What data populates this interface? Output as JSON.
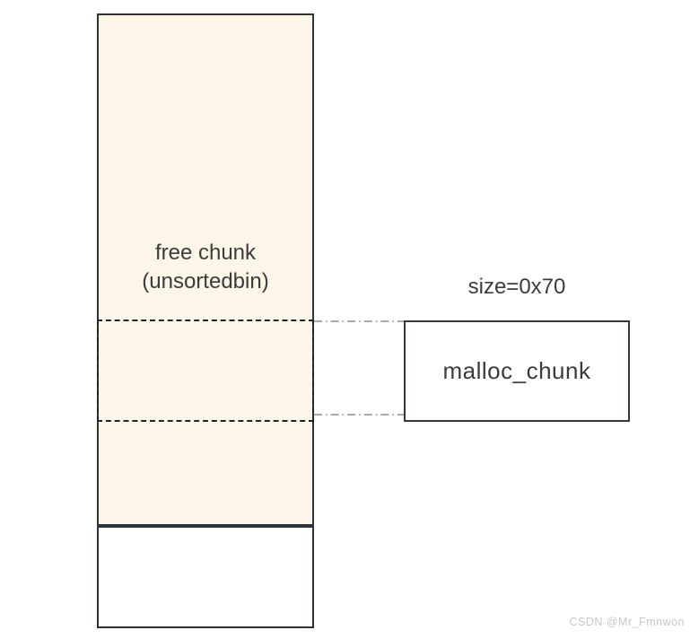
{
  "diagram": {
    "free_chunk": {
      "line1": "free chunk",
      "line2": "(unsortedbin)"
    },
    "malloc_chunk": {
      "label": "malloc_chunk",
      "size_label": "size=0x70"
    },
    "watermark": "CSDN @Mr_Fmnwon",
    "colors": {
      "chunk_fill": "#fbf6e7",
      "box_border": "#2e333a",
      "dashed_border": "#20242a",
      "connector": "#8c8c8c",
      "text": "#3b3b3b",
      "watermark": "#c8c8c8"
    }
  }
}
